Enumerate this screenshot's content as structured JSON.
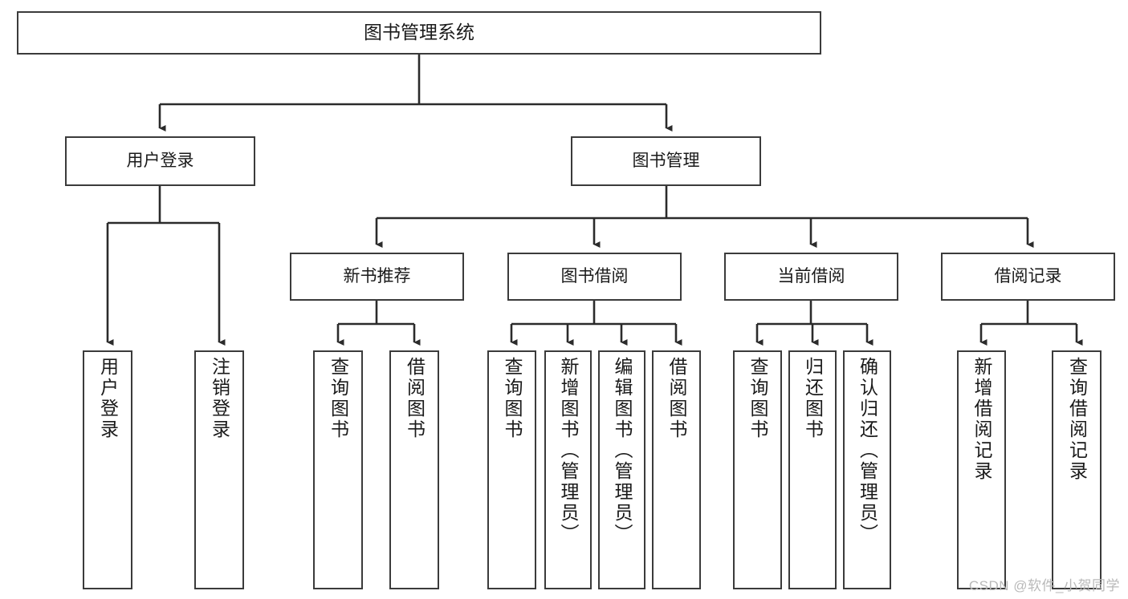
{
  "diagram": {
    "type": "tree-hierarchy",
    "title": "图书管理系统",
    "watermark": "CSDN @软件_小贺同学",
    "colors": {
      "box_border": "#3b3b3b",
      "box_fill": "#ffffff",
      "connector": "#2b2b2b",
      "text": "#1a1a1a",
      "watermark": "#b9b9b9"
    },
    "levels": {
      "root": {
        "label": "图书管理系统"
      },
      "level2": [
        {
          "label": "用户登录"
        },
        {
          "label": "图书管理"
        }
      ],
      "level3": [
        {
          "label": "新书推荐"
        },
        {
          "label": "图书借阅"
        },
        {
          "label": "当前借阅"
        },
        {
          "label": "借阅记录"
        }
      ],
      "leaves": [
        {
          "label": "用户登录",
          "parent": "用户登录"
        },
        {
          "label": "注销登录",
          "parent": "用户登录"
        },
        {
          "label": "查询图书",
          "parent": "新书推荐"
        },
        {
          "label": "借阅图书",
          "parent": "新书推荐"
        },
        {
          "label": "查询图书",
          "parent": "图书借阅"
        },
        {
          "label": "新增图书（管理员）",
          "parent": "图书借阅"
        },
        {
          "label": "编辑图书（管理员）",
          "parent": "图书借阅"
        },
        {
          "label": "借阅图书",
          "parent": "图书借阅"
        },
        {
          "label": "查询图书",
          "parent": "当前借阅"
        },
        {
          "label": "归还图书",
          "parent": "当前借阅"
        },
        {
          "label": "确认归还（管理员）",
          "parent": "当前借阅"
        },
        {
          "label": "新增借阅记录",
          "parent": "借阅记录"
        },
        {
          "label": "查询借阅记录",
          "parent": "借阅记录"
        }
      ]
    }
  }
}
